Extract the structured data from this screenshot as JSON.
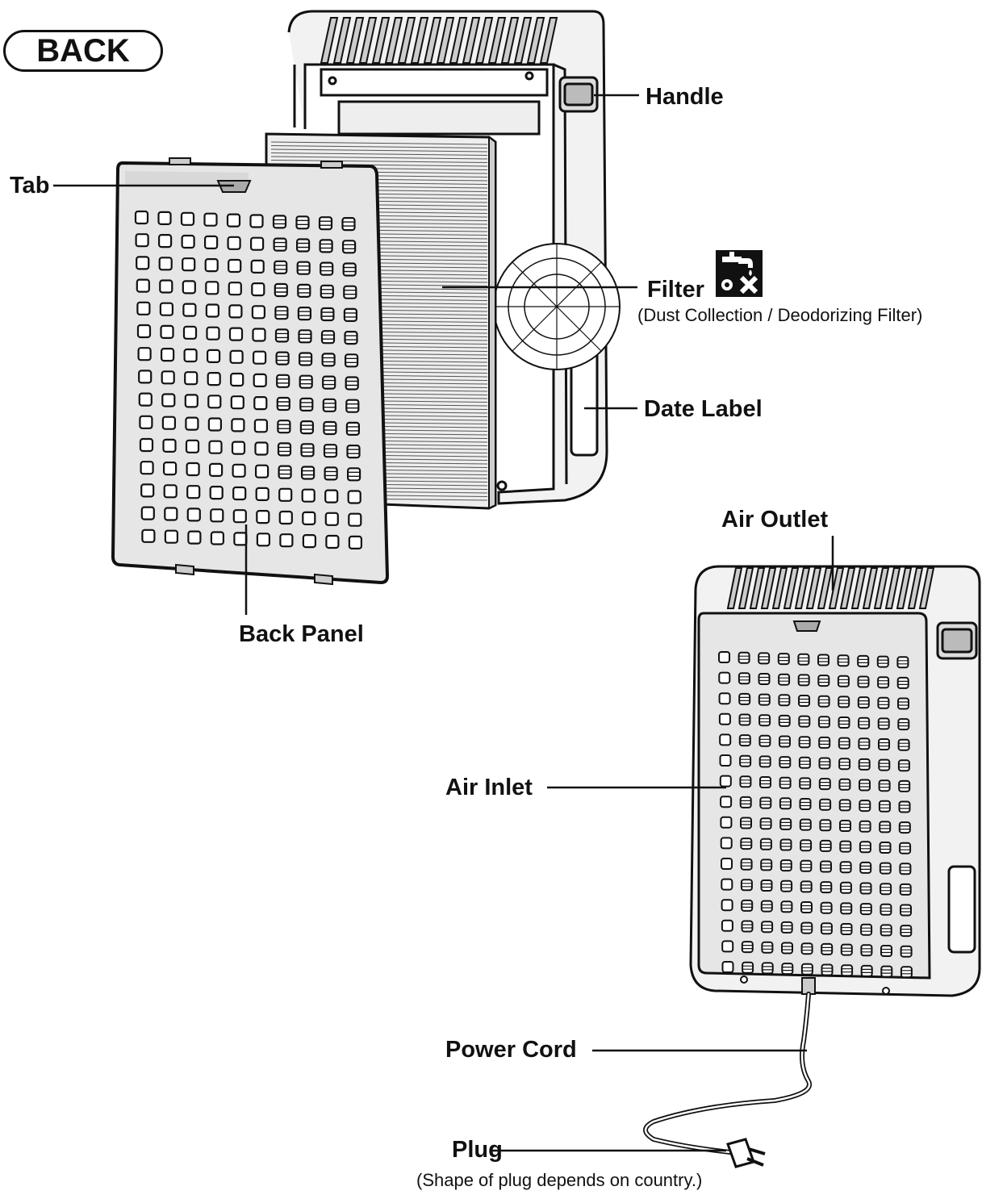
{
  "header": {
    "title": "BACK"
  },
  "labels": {
    "handle": "Handle",
    "tab": "Tab",
    "filter": "Filter",
    "filter_note": "(Dust Collection / Deodorizing Filter)",
    "date_label": "Date Label",
    "back_panel": "Back Panel",
    "air_outlet": "Air Outlet",
    "air_inlet": "Air Inlet",
    "power_cord": "Power Cord",
    "plug": "Plug",
    "plug_note": "(Shape of plug depends on country.)"
  },
  "icons": {
    "filter_symbol": "filter-wash-icon"
  },
  "colors": {
    "stroke": "#111111",
    "panel_fill": "#e6e6e6",
    "body_fill": "#f2f2f2",
    "dark": "#333333"
  }
}
